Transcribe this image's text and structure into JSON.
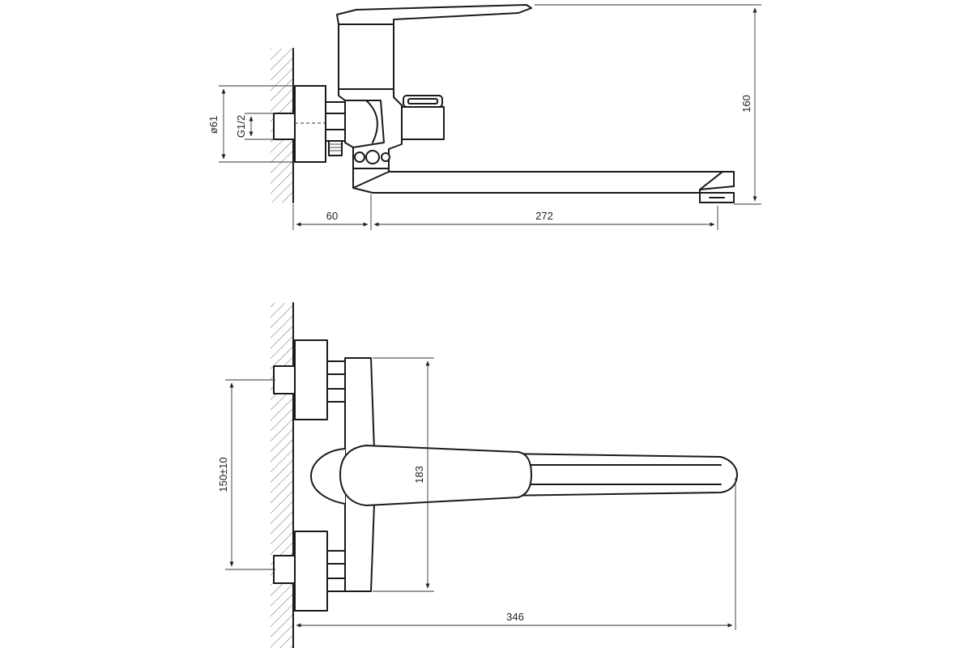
{
  "dimensions": {
    "pipe_diameter": "ø61",
    "thread": "G1/2",
    "height": "160",
    "wall_offset": "60",
    "spout_length": "272",
    "inlet_spacing": "150±10",
    "body_height": "183",
    "overall_length": "346"
  }
}
